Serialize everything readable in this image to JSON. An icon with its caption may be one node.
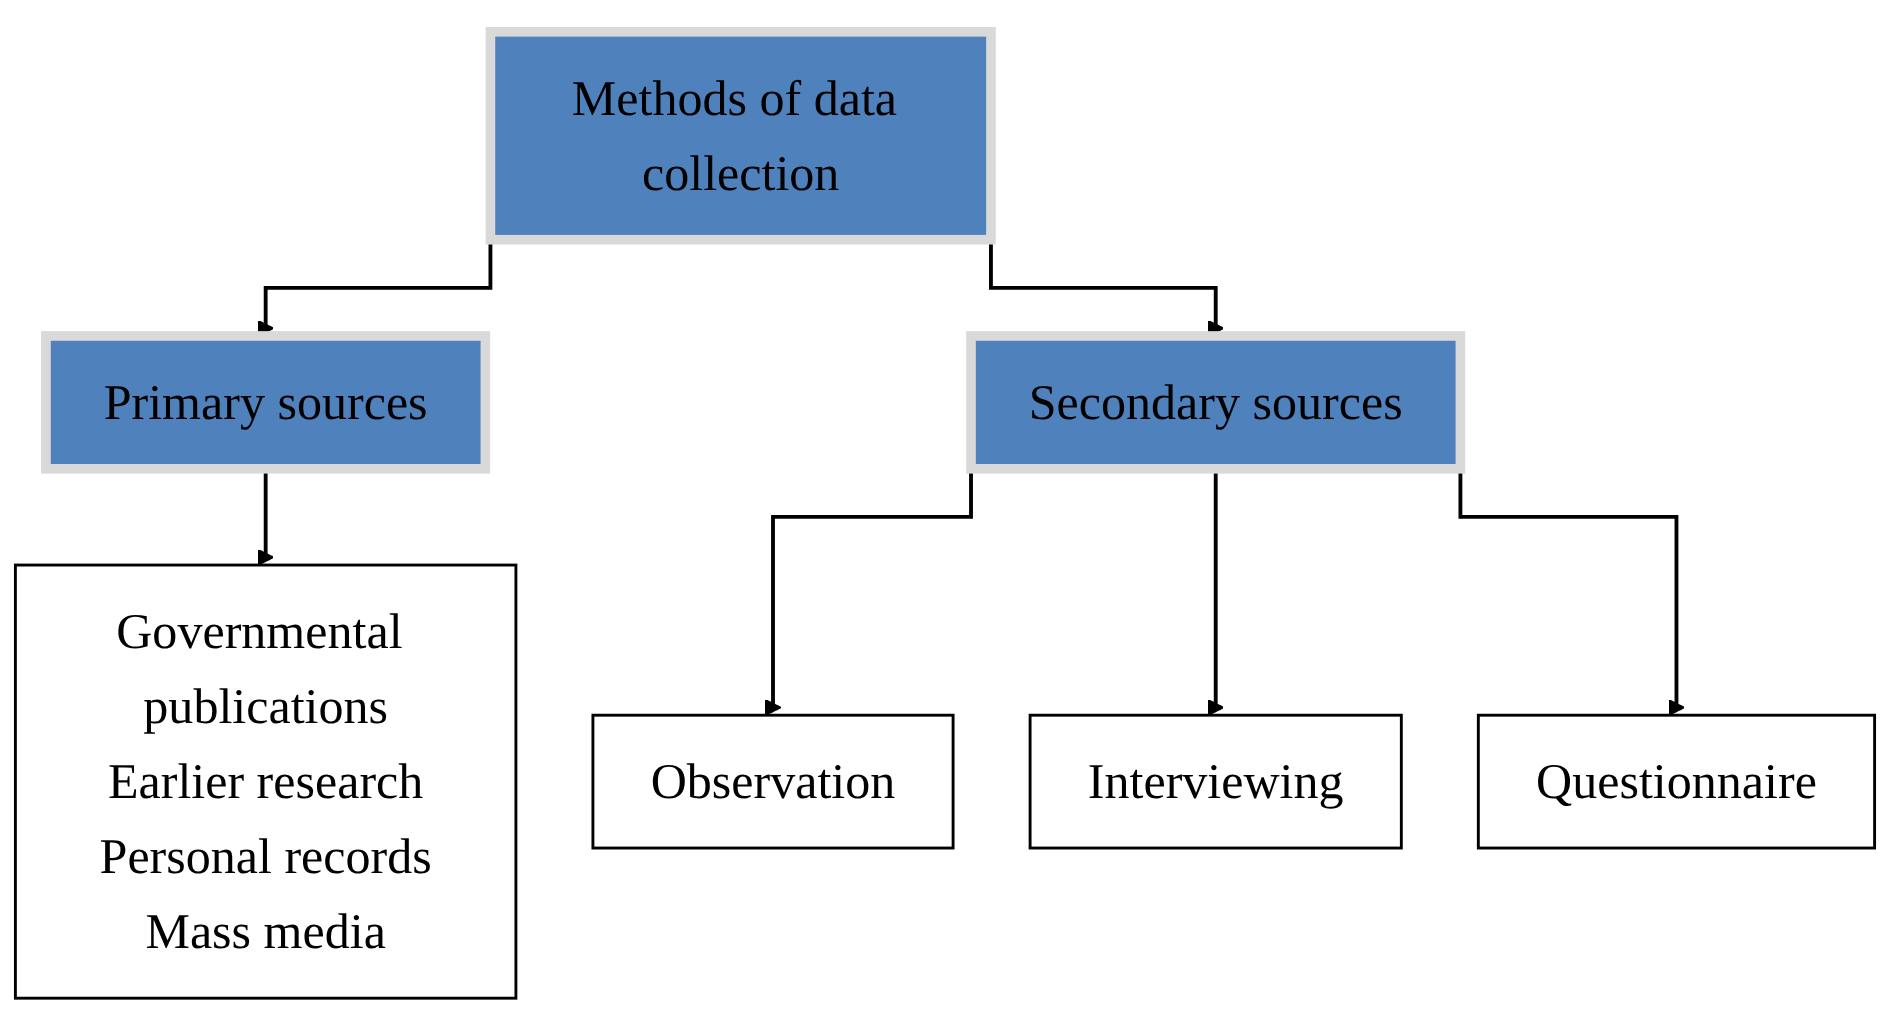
{
  "diagram": {
    "nodes": [
      {
        "text": [
          "Methods of data collection"
        ]
      },
      {
        "text": [
          "Primary sources"
        ]
      },
      {
        "text": [
          "Secondary sources"
        ]
      },
      {
        "text": [
          "Governmental publications",
          "Earlier research",
          "Personal records",
          "Mass media"
        ]
      },
      {
        "text": [
          "Observation"
        ]
      },
      {
        "text": [
          "Interviewing"
        ]
      },
      {
        "text": [
          "Questionnaire"
        ]
      }
    ],
    "edges": [
      {
        "from": 0,
        "to": 1,
        "arrow": "to"
      },
      {
        "from": 0,
        "to": 2,
        "arrow": "to"
      },
      {
        "from": 1,
        "to": 3,
        "arrow": "to"
      },
      {
        "from": 2,
        "to": 4,
        "arrow": "to"
      },
      {
        "from": 2,
        "to": 5,
        "arrow": "to"
      },
      {
        "from": 2,
        "to": 6,
        "arrow": "to"
      }
    ]
  }
}
